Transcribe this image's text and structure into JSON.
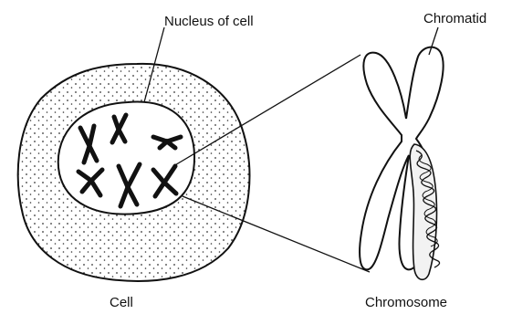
{
  "labels": {
    "nucleus": "Nucleus of cell",
    "chromatid": "Chromatid",
    "cell": "Cell",
    "chromosome": "Chromosome"
  },
  "colors": {
    "ink": "#111111",
    "paper": "#ffffff"
  }
}
